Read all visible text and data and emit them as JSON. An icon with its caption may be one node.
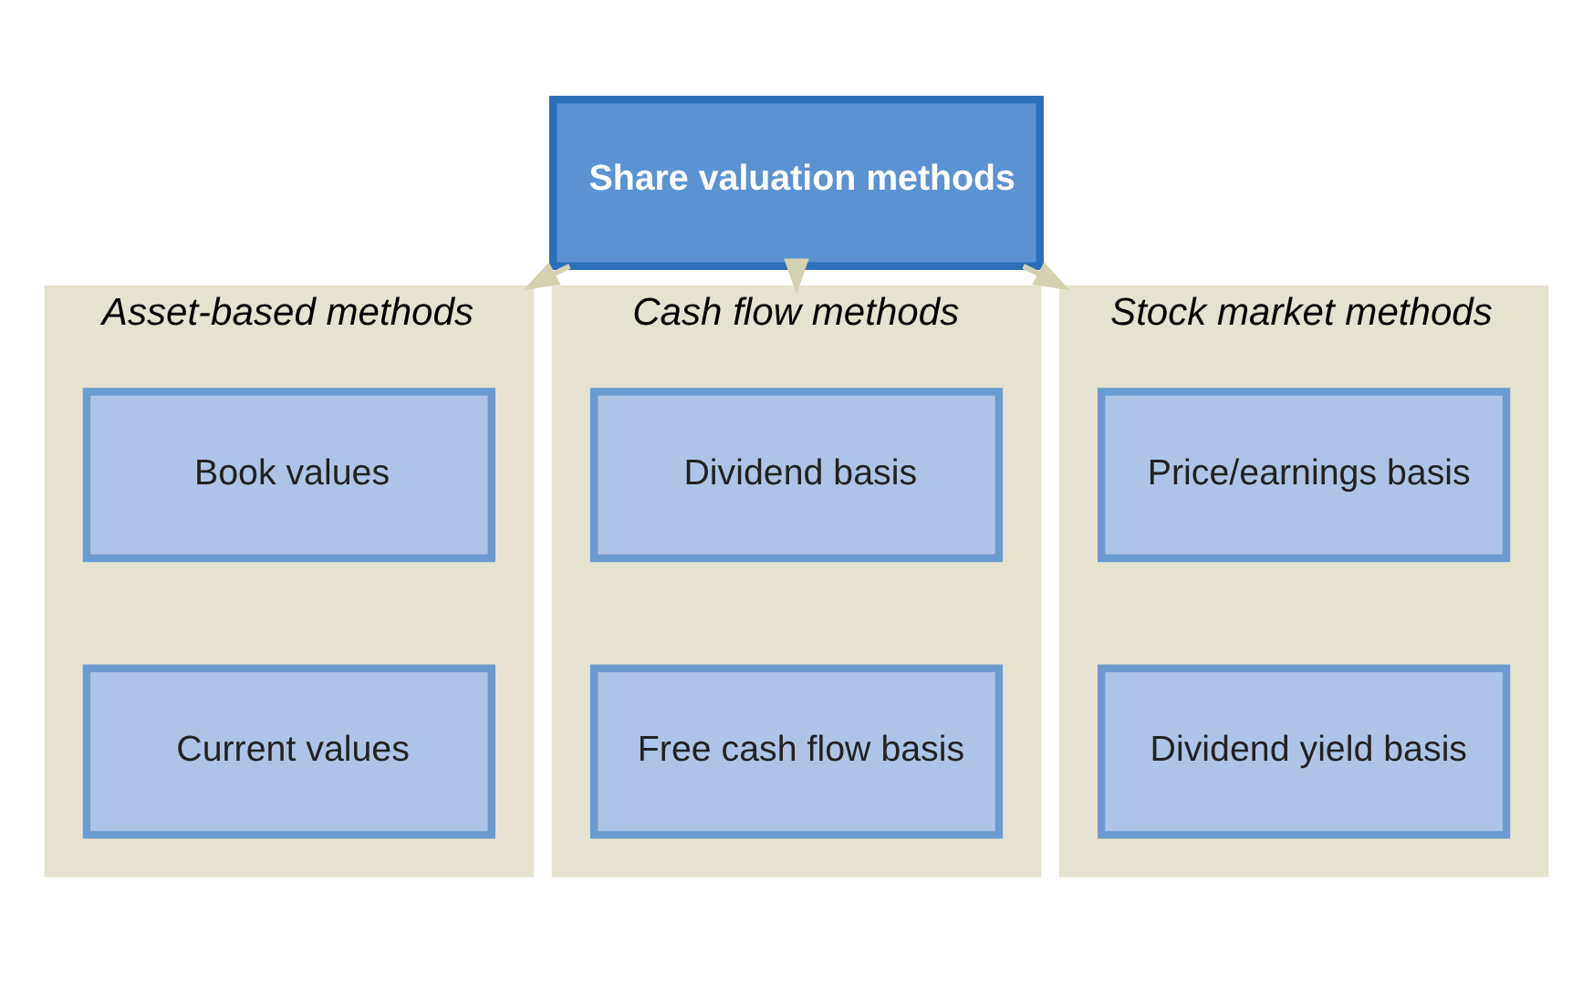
{
  "diagram": {
    "nodes": [
      {
        "text": [
          "Asset-based methods"
        ]
      },
      {
        "text": [
          "Book values"
        ],
        "in": 0
      },
      {
        "text": [
          "Current values"
        ],
        "in": 0
      },
      {
        "text": [
          "Share valuation methods"
        ]
      },
      {
        "text": [
          "Cash flow methods"
        ]
      },
      {
        "text": [
          "Dividend basis"
        ],
        "in": 4
      },
      {
        "text": [
          "Free cash flow basis"
        ],
        "in": 4
      },
      {
        "text": [
          "Stock market methods"
        ]
      },
      {
        "text": [
          "Price/earnings basis"
        ],
        "in": 7
      },
      {
        "text": [
          "Dividend yield basis"
        ],
        "in": 7
      }
    ],
    "edges": [
      {
        "from": 3,
        "to": 0,
        "arrow": "to"
      },
      {
        "from": 3,
        "to": 4,
        "arrow": "to"
      },
      {
        "from": 3,
        "to": 7,
        "arrow": "to"
      }
    ]
  }
}
